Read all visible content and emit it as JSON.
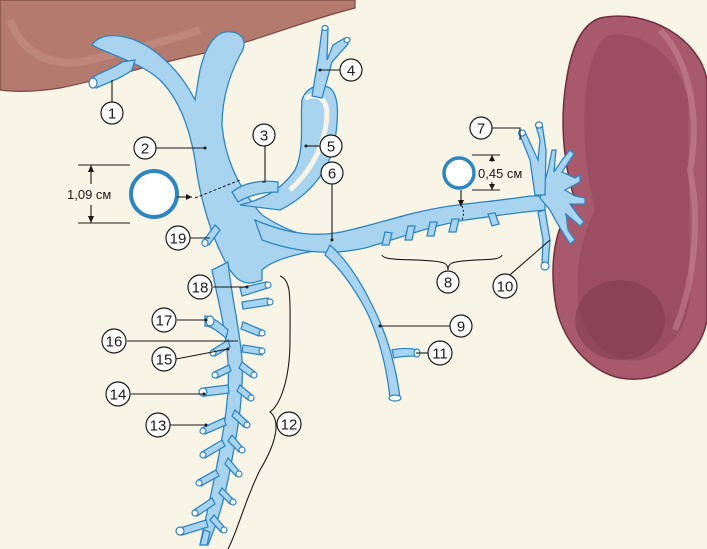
{
  "labels": [
    "1",
    "2",
    "3",
    "4",
    "5",
    "6",
    "7",
    "8",
    "9",
    "10",
    "11",
    "12",
    "13",
    "14",
    "15",
    "16",
    "17",
    "18",
    "19"
  ],
  "measurements": {
    "portal_vein_diameter": "1,09 см",
    "splenic_vein_diameter": "0,45 см"
  },
  "colors": {
    "background": "#f8f4e6",
    "liver": "#b57a6e",
    "spleen": "#a85a6c",
    "vein": "#a9d4f0",
    "vein_outline": "#2e86c1"
  }
}
